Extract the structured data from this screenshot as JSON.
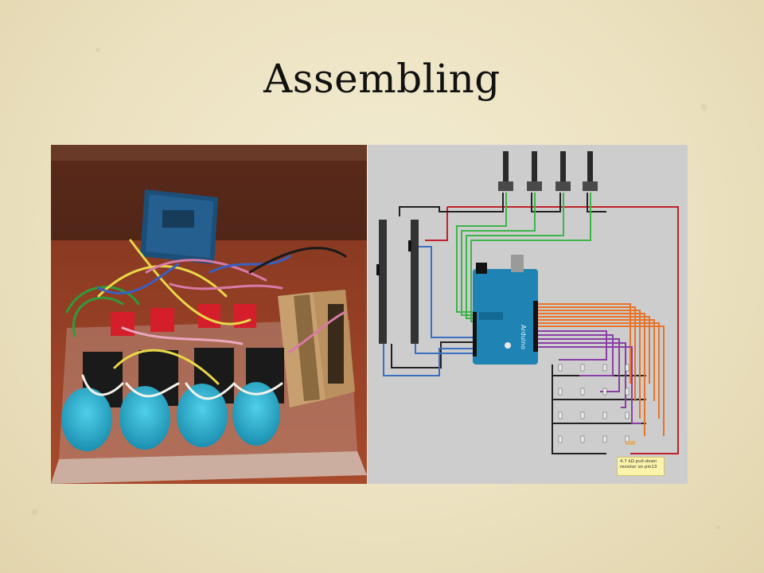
{
  "slide": {
    "title": "Assembling"
  },
  "photo": {
    "subject": "wired arcade-button controller with Arduino and sliders",
    "button_count": 4,
    "button_color": "#2bb3cf"
  },
  "diagram": {
    "board_label": "Arduino",
    "note": "4.7 kΩ pull-down resistor on pin13",
    "potentiometer_count": 4,
    "slider_count": 2,
    "wire_colors": {
      "ground": "#222222",
      "power": "#c0202a",
      "pot_signal": "#3cb54a",
      "slider_signal": "#3a6fc2",
      "button_a": "#e8732a",
      "button_b": "#8b3fa6"
    }
  }
}
